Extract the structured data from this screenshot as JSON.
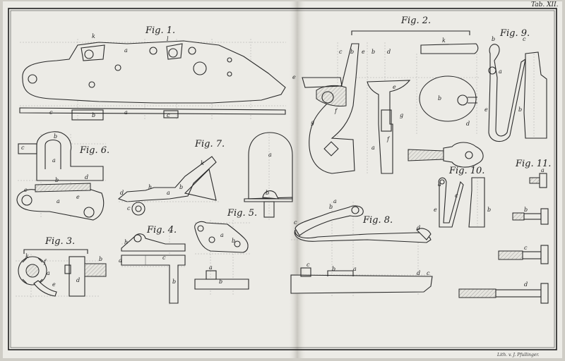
{
  "plate": {
    "number": "Tab. XII.",
    "credit": "Lith. v. J. Pfullinger."
  },
  "figures": {
    "fig1": {
      "label": "Fig. 1.",
      "letters": [
        "k",
        "a",
        "l",
        "e",
        "b",
        "c",
        "a",
        "c"
      ]
    },
    "fig2": {
      "label": "Fig. 2.",
      "letters": [
        "c",
        "b",
        "e",
        "b",
        "d",
        "f",
        "g",
        "g",
        "a",
        "b",
        "e",
        "f",
        "d",
        "k"
      ]
    },
    "fig3": {
      "label": "Fig. 3.",
      "letters": [
        "k",
        "f",
        "a",
        "e",
        "b",
        "d"
      ]
    },
    "fig4": {
      "label": "Fig. 4.",
      "letters": [
        "h",
        "a",
        "b",
        "c"
      ]
    },
    "fig5": {
      "label": "Fig. 5.",
      "letters": [
        "a",
        "b",
        "a",
        "b"
      ]
    },
    "fig6": {
      "label": "Fig. 6.",
      "letters": [
        "b",
        "c",
        "a",
        "b",
        "e",
        "a",
        "d",
        "e"
      ]
    },
    "fig7": {
      "label": "Fig. 7.",
      "letters": [
        "k",
        "d",
        "a",
        "b",
        "c",
        "h",
        "a",
        "b"
      ]
    },
    "fig8": {
      "label": "Fig. 8.",
      "letters": [
        "b",
        "a",
        "c",
        "d",
        "c",
        "b",
        "a",
        "d",
        "c"
      ]
    },
    "fig9": {
      "label": "Fig. 9.",
      "letters": [
        "b",
        "c",
        "a",
        "e",
        "b"
      ]
    },
    "fig10": {
      "label": "Fig. 10.",
      "letters": [
        "a",
        "c",
        "e",
        "b"
      ]
    },
    "fig11": {
      "label": "Fig. 11.",
      "letters": [
        "a",
        "b",
        "c",
        "d"
      ]
    }
  },
  "colors": {
    "paper": "#ecebe6",
    "ink": "#2a2a2a",
    "border": "#1e1e1e"
  }
}
